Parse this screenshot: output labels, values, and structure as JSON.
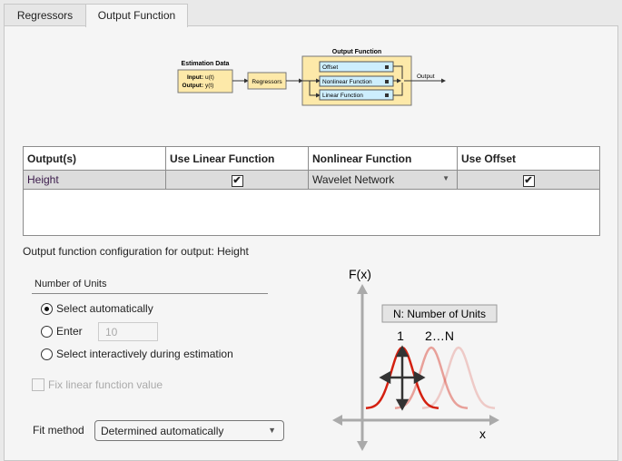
{
  "tabs": [
    {
      "label": "Regressors",
      "selected": false
    },
    {
      "label": "Output Function",
      "selected": true
    }
  ],
  "diagram": {
    "estimation_title": "Estimation Data",
    "input_label": "Input:",
    "input_value": "u(t)",
    "output_label": "Output:",
    "output_value": "y(t)",
    "regressors": "Regressors",
    "output_function_title": "Output Function",
    "offset": "Offset",
    "nonlinear": "Nonlinear Function",
    "linear": "Linear Function",
    "output": "Output"
  },
  "table": {
    "headers": [
      "Output(s)",
      "Use Linear Function",
      "Nonlinear Function",
      "Use Offset"
    ],
    "rows": [
      {
        "output": "Height",
        "use_linear": true,
        "nonlinear": "Wavelet Network",
        "use_offset": true
      }
    ]
  },
  "config_title": "Output function configuration for output: Height",
  "units": {
    "title": "Number of Units",
    "options": [
      "Select automatically",
      "Enter",
      "Select interactively during estimation"
    ],
    "selected": 0,
    "enter_value": "10"
  },
  "fix_linear": {
    "label": "Fix linear function value",
    "checked": false,
    "enabled": false
  },
  "fit_method": {
    "label": "Fit method",
    "value": "Determined automatically"
  },
  "illustration": {
    "y_label": "F(x)",
    "x_label": "x",
    "box": "N: Number of Units",
    "first": "1",
    "rest": "2…N",
    "curve_color": "#d42010"
  }
}
